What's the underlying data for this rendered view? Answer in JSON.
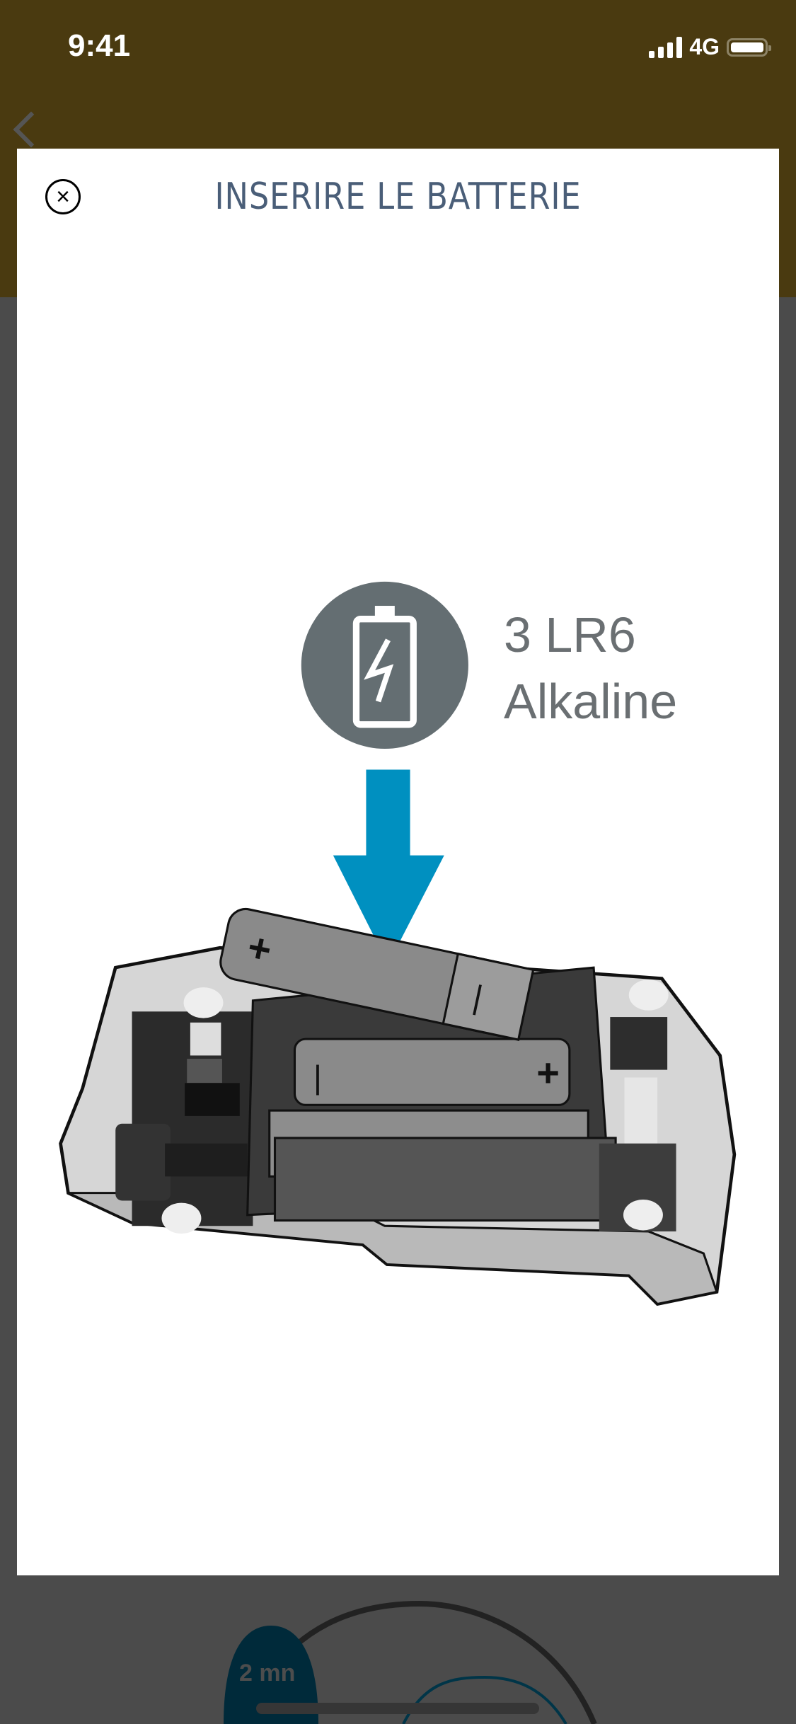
{
  "status_bar": {
    "time": "9:41",
    "network": "4G"
  },
  "modal": {
    "title": "INSERIRE LE BATTERIE",
    "close_icon": "close-circle-icon",
    "battery_type": "3 LR6",
    "battery_chemistry": "Alkaline",
    "arrow_color": "#0090c0",
    "icon_color": "#646e72"
  },
  "background": {
    "timer_label": "2 mn",
    "header_color": "#4a3a10"
  }
}
